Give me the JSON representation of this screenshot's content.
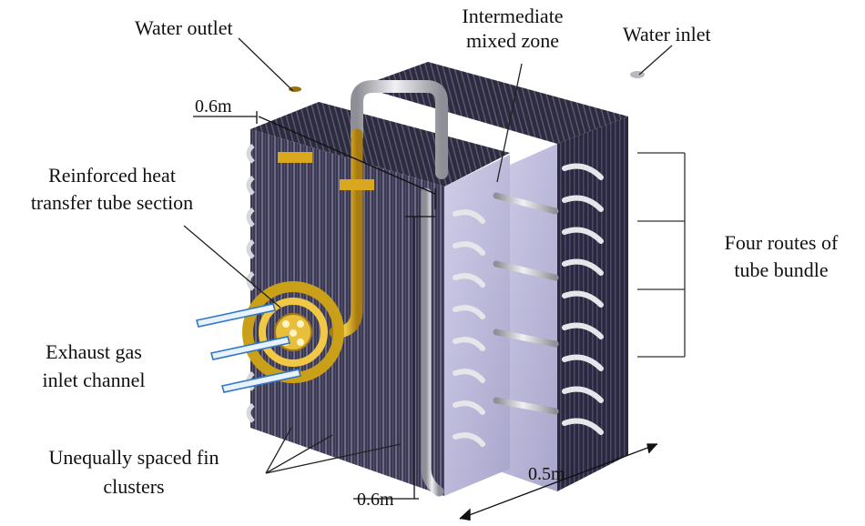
{
  "labels": {
    "water_outlet": "Water outlet",
    "intermediate_zone_line1": "Intermediate",
    "intermediate_zone_line2": "mixed zone",
    "water_inlet": "Water inlet",
    "reinforced_line1": "Reinforced heat",
    "reinforced_line2": "transfer tube section",
    "four_routes_line1": "Four routes of",
    "four_routes_line2": "tube bundle",
    "exhaust_line1": "Exhaust gas",
    "exhaust_line2": "inlet channel",
    "fins_line1": "Unequally spaced fin",
    "fins_line2": "clusters"
  },
  "dimensions": {
    "top_width": "0.6m",
    "height": "0.6m",
    "depth": "0.5m"
  },
  "colors": {
    "fin_body": "#3d3a55",
    "fin_side": "#b9b6d8",
    "copper_pipe": "#d8a81c",
    "steel_pipe": "#c8c8cc",
    "gas_arrow": "#2f78c8"
  }
}
